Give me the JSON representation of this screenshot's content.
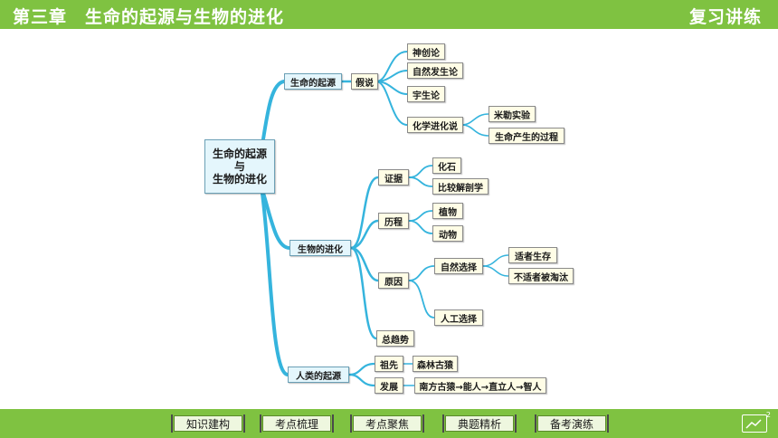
{
  "header": {
    "title": "第三章　生命的起源与生物的进化",
    "section": "复习讲练"
  },
  "mindmap": {
    "root_line1": "生命的起源",
    "root_line2": "与",
    "root_line3": "生物的进化",
    "origin": {
      "label": "生命的起源",
      "hypothesis": "假说",
      "items": [
        "神创论",
        "自然发生论",
        "宇生论",
        "化学进化说"
      ],
      "chem_items": [
        "米勒实验",
        "生命产生的过程"
      ]
    },
    "evolution": {
      "label": "生物的进化",
      "evidence": "证据",
      "evidence_items": [
        "化石",
        "比较解剖学"
      ],
      "history": "历程",
      "history_items": [
        "植物",
        "动物"
      ],
      "cause": "原因",
      "natural_selection": "自然选择",
      "natural_items": [
        "适者生存",
        "不适者被淘汰"
      ],
      "artificial_selection": "人工选择",
      "trend": "总趋势"
    },
    "human": {
      "label": "人类的起源",
      "ancestor": "祖先",
      "ancestor_value": "森林古猿",
      "development": "发展",
      "development_value": "南方古猿→能人→直立人→智人"
    }
  },
  "footer": {
    "tabs": [
      "知识建构",
      "考点梳理",
      "考点聚焦",
      "典题精析",
      "备考演练"
    ],
    "page_number": "2"
  }
}
